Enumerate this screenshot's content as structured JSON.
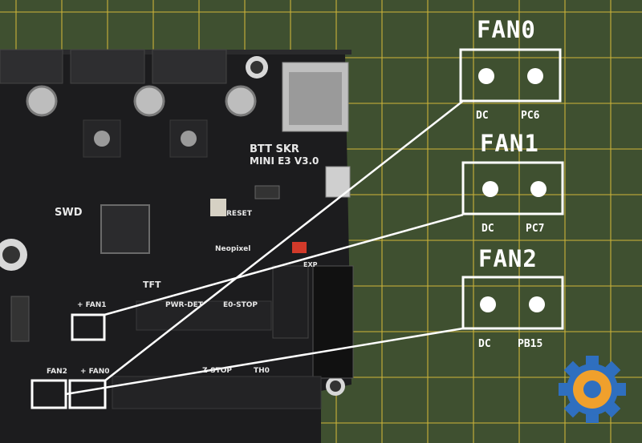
{
  "labels": {
    "fan0": {
      "title": "FAN0",
      "pin_left": "DC",
      "pin_right": "PC6"
    },
    "fan1": {
      "title": "FAN1",
      "pin_left": "DC",
      "pin_right": "PC7"
    },
    "fan2": {
      "title": "FAN2",
      "pin_left": "DC",
      "pin_right": "PB15"
    }
  },
  "board": {
    "name": "BTT SKR",
    "model": "MINI E3 V3.0",
    "swd": "SWD",
    "tft": "TFT",
    "reset": "RESET",
    "neopixel": "Neopixel",
    "fan1_silk": "+ FAN1",
    "fan0_silk": "+ FAN0",
    "fan2_silk": "FAN2",
    "pwr_det": "PWR-DET",
    "e0_stop": "E0-STOP",
    "z_stop": "Z-STOP",
    "th0": "TH0",
    "exp": "EXP"
  },
  "colors": {
    "mat": "#3f5030",
    "grid": "#c9b23a",
    "board": "#1c1c1e",
    "annotation": "#ffffff",
    "logo_gear": "#f0a02c",
    "logo_ring": "#2f6fbf"
  }
}
